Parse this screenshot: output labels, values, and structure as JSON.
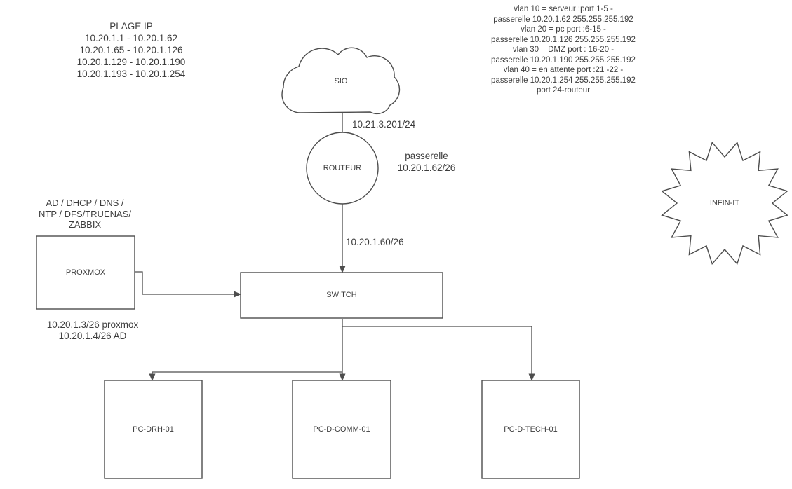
{
  "diagram": {
    "colors": {
      "stroke": "#4d4d4d",
      "text": "#3d3d3d",
      "background": "#ffffff"
    },
    "nodes": {
      "cloud": {
        "label": "SIO",
        "shape": "cloud"
      },
      "router": {
        "label": "ROUTEUR",
        "shape": "circle"
      },
      "switch": {
        "label": "SWITCH",
        "shape": "rect"
      },
      "proxmox": {
        "label": "PROXMOX",
        "shape": "rect"
      },
      "pc_drh": {
        "label": "PC-DRH-01",
        "shape": "rect"
      },
      "pc_comm": {
        "label": "PC-D-COMM-01",
        "shape": "rect"
      },
      "pc_tech": {
        "label": "PC-D-TECH-01",
        "shape": "rect"
      },
      "infinit": {
        "label": "INFIN-IT",
        "shape": "star-16"
      }
    },
    "edge_labels": {
      "cloud_router": "10.21.3.201/24",
      "router_switch": "10.20.1.60/26"
    },
    "text_blocks": {
      "plage_ip": {
        "lines": [
          "PLAGE IP",
          "10.20.1.1 - 10.20.1.62",
          "10.20.1.65 - 10.20.1.126",
          "10.20.1.129 - 10.20.1.190",
          "10.20.1.193 - 10.20.1.254"
        ]
      },
      "vlan_info": {
        "lines": [
          "vlan 10 = serveur :port 1-5 -",
          "passerelle 10.20.1.62 255.255.255.192",
          "vlan 20 = pc port :6-15 -",
          "passerelle 10.20.1.126 255.255.255.192",
          "vlan 30 = DMZ port : 16-20 -",
          "passerelle 10.20.1.190 255.255.255.192",
          "vlan 40 = en attente port :21 -22 -",
          "passerelle 10.20.1.254 255.255.255.192",
          "port 24-routeur"
        ]
      },
      "server_roles": {
        "lines": [
          "AD / DHCP / DNS /",
          "NTP / DFS/TRUENAS/",
          "ZABBIX"
        ]
      },
      "gateway": {
        "lines": [
          "passerelle",
          "10.20.1.62/26"
        ]
      },
      "proxmox_ips": {
        "lines": [
          "10.20.1.3/26 proxmox",
          "10.20.1.4/26 AD"
        ]
      }
    }
  }
}
